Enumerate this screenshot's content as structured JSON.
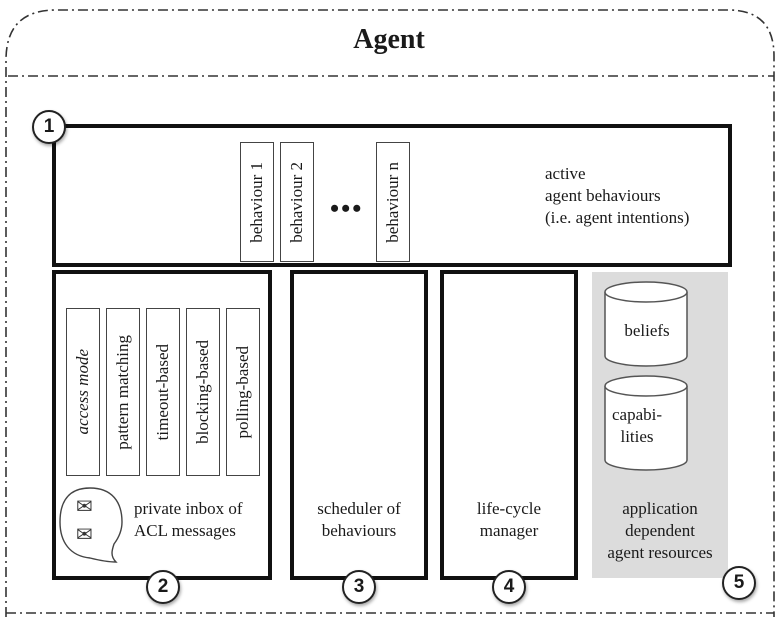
{
  "title": "Agent",
  "behaviours": {
    "items": [
      "behaviour 1",
      "behaviour 2",
      "behaviour n"
    ],
    "ellipsis": "•••",
    "description_lines": [
      "active",
      "agent behaviours",
      "(i.e. agent intentions)"
    ]
  },
  "inbox": {
    "access_modes": [
      "access mode",
      "pattern matching",
      "timeout-based",
      "blocking-based",
      "polling-based"
    ],
    "label_lines": [
      "private inbox of",
      "ACL messages"
    ],
    "envelope_glyph": "✉"
  },
  "scheduler": {
    "label_lines": [
      "scheduler of",
      "behaviours"
    ]
  },
  "lifecycle": {
    "label_lines": [
      "life-cycle",
      "manager"
    ]
  },
  "resources": {
    "cylinders": [
      {
        "lines": [
          "beliefs"
        ]
      },
      {
        "lines": [
          "capabi-",
          "lities"
        ]
      }
    ],
    "label_lines": [
      "application",
      "dependent",
      "agent resources"
    ]
  },
  "markers": [
    "1",
    "2",
    "3",
    "4",
    "5"
  ]
}
